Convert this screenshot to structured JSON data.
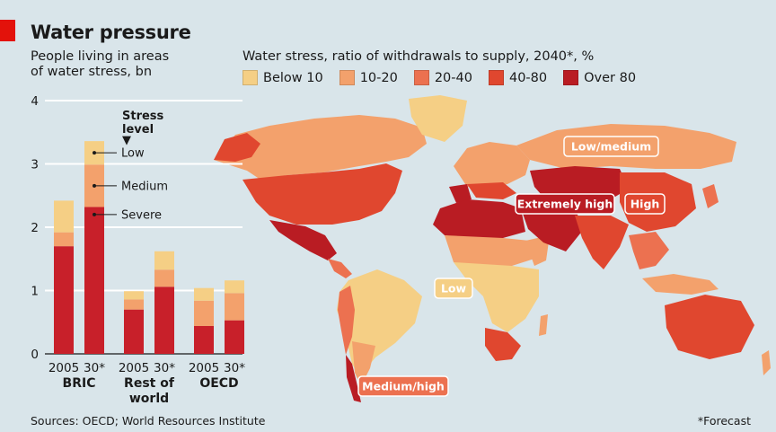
{
  "header": {
    "title": "Water pressure",
    "left_subtitle_1": "People living in areas",
    "left_subtitle_2": "of water stress, bn",
    "right_subtitle": "Water stress, ratio of withdrawals to supply, 2040*, %"
  },
  "legend": [
    {
      "label": "Below 10",
      "color": "#f5cf85"
    },
    {
      "label": "10-20",
      "color": "#f3a16c"
    },
    {
      "label": "20-40",
      "color": "#ec7150"
    },
    {
      "label": "40-80",
      "color": "#e0472f"
    },
    {
      "label": "Over 80",
      "color": "#b91c23"
    }
  ],
  "chart_data": {
    "type": "bar",
    "stacked": true,
    "categories": [
      "2005",
      "30*",
      "2005",
      "30*",
      "2005",
      "30*"
    ],
    "groups": [
      {
        "label": "BRIC",
        "categories": [
          "2005",
          "30*"
        ]
      },
      {
        "label_1": "Rest of",
        "label_2": "world",
        "categories": [
          "2005",
          "30*"
        ]
      },
      {
        "label": "OECD",
        "categories": [
          "2005",
          "30*"
        ]
      }
    ],
    "series": [
      {
        "name": "Severe",
        "color": "#c8202a",
        "values": [
          1.7,
          2.32,
          0.7,
          1.06,
          0.44,
          0.53
        ]
      },
      {
        "name": "Medium",
        "color": "#f3a16c",
        "values": [
          0.22,
          0.67,
          0.16,
          0.27,
          0.4,
          0.43
        ]
      },
      {
        "name": "Low",
        "color": "#f5cf85",
        "values": [
          0.5,
          0.37,
          0.13,
          0.29,
          0.2,
          0.2
        ]
      }
    ],
    "ylim": [
      0,
      4
    ],
    "yticks": [
      0,
      1,
      2,
      3,
      4
    ],
    "grid": true,
    "annotation": {
      "line1": "Stress",
      "line2": "level",
      "arrow": "▼"
    }
  },
  "map_labels": [
    {
      "text": "Low/medium",
      "bg": "#f3a16c"
    },
    {
      "text": "Extremely high",
      "bg": "#b91c23"
    },
    {
      "text": "High",
      "bg": "#e0472f"
    },
    {
      "text": "Low",
      "bg": "#f5cf85"
    },
    {
      "text": "Medium/high",
      "bg": "#ec7150"
    }
  ],
  "footer": {
    "source": "Sources: OECD; World Resources Institute",
    "footnote": "*Forecast"
  }
}
